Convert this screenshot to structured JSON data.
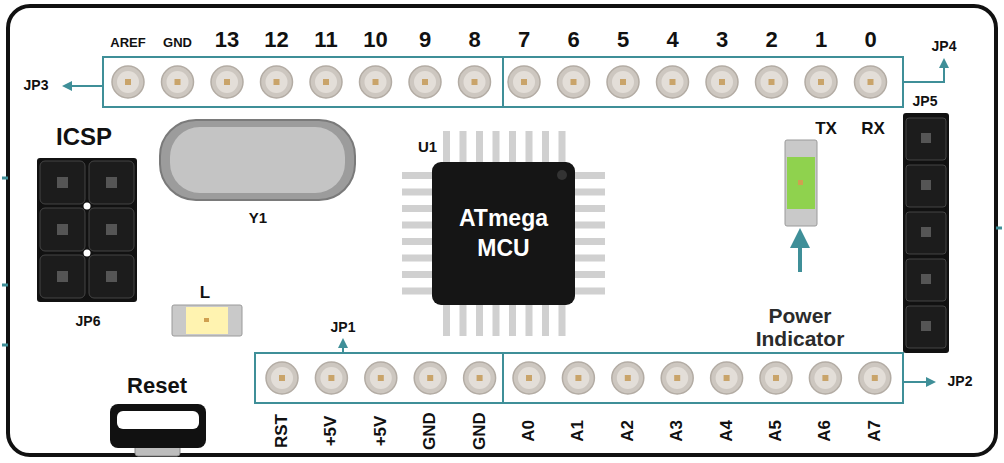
{
  "diagram": {
    "nodes": [
      {
        "text": [
          "U1",
          "ATmega MCU"
        ]
      }
    ],
    "labels": [
      "AREF",
      "GND",
      "13",
      "12",
      "11",
      "10",
      "9",
      "8",
      "7",
      "6",
      "5",
      "4",
      "3",
      "2",
      "1",
      "0",
      "JP3",
      "JP4",
      "JP5",
      "TX",
      "RX",
      "ICSP",
      "JP6",
      "Y1",
      "L",
      "Power Indicator",
      "Reset",
      "JP1",
      "JP2",
      "RST",
      "+5V",
      "+5V",
      "GND",
      "GND",
      "A0",
      "A1",
      "A2",
      "A3",
      "A4",
      "A5",
      "A6",
      "A7"
    ]
  }
}
